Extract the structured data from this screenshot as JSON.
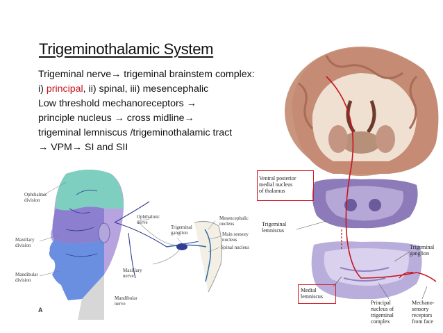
{
  "title": "Trigeminothalamic System",
  "body": {
    "line1": "Trigeminal nerve→ trigeminal brainstem complex:",
    "line2_prefix": "i) ",
    "line2_red": "principal",
    "line2_suffix": ",  ii) spinal, iii) mesencephalic",
    "line3": "Low threshold mechanoreceptors →",
    "line4": "principle nucleus → cross midline→",
    "line5": "trigeminal lemniscus /trigeminothalamic tract",
    "line6": " → VPM→ SI and SII"
  },
  "head_figure": {
    "ophthalmic_division": "Ophthalmic\ndivision",
    "maxillary_division": "Maxillary\ndivision",
    "mandibular_division": "Mandibular\ndivision",
    "ophthalmic_nerve": "Ophthalmic\nnerve",
    "maxillary_nerve": "Maxillary\nnerve",
    "mandibular_nerve": "Mandibular\nnerve",
    "trigeminal_ganglion": "Trigeminal\nganglion",
    "mesencephalic_nucleus": "Mesencephalic\nnucleus",
    "main_sensory_nucleus": "Main sensory\nnucleus",
    "spinal_nucleus": "Spinal nucleus",
    "figure_letter": "A"
  },
  "brain_figure": {
    "vpm": "Ventral posterior\nmedial nucleus\nof thalamus",
    "trigeminal_lemniscus": "Trigeminal\nlemniscus",
    "trigeminal_ganglion": "Trigeminal\nganglion",
    "medial_lemniscus": "Medial\nlemniscus",
    "principal_nucleus": "Principal\nnucleus of\ntrigeminal\ncomplex",
    "mechanoreceptors": "Mechano-\nsensory\nreceptors\nfrom face"
  },
  "colors": {
    "highlight_red": "#c8141e",
    "box_red": "#d01c2a",
    "ophthalmic": "#7ecfc0",
    "maxillary": "#8d7fd0",
    "mandibular": "#6a8fe0"
  }
}
